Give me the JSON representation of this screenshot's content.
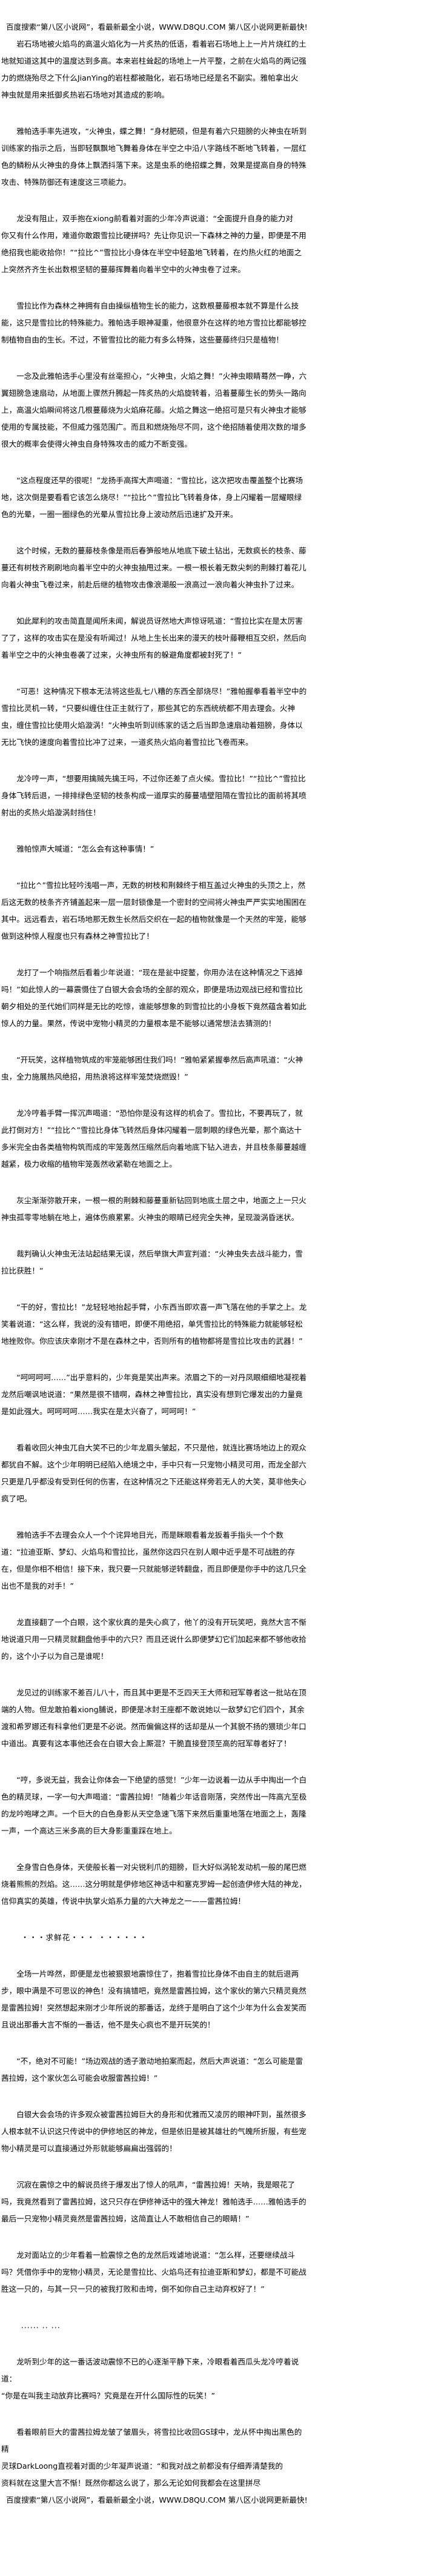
{
  "banner": "百度搜索“第八区小说网”，看最新最全小说，WWW.D8QU.COM  第八区小说网更新最快!",
  "paragraphs": [
    "岩石场地被火焰鸟的高温火焰化为一片炙热的低语，看着岩石场地上上一片片烧红的土地就知道这其中的温度达到多高。本来岩柱耸起的场地上一片平整，之前在火焰鸟的两记强力的燃烧殆尽之下什么JianYing的岩柱都被融化，岩石场地已经是名不副实。雅帕拿出火\n神虫就是用来抵御炙热岩石场地对其造成的影响。",
    "雅帕选手率先进攻，“火神虫，蝶之舞！”身材肥硕，但是有着六只翅膀的火神虫在听到训练家的指示之后，当即轻飘飘地飞舞着身体在半空之中沿八字路线不断地飞转着，一层红色的鳞粉从火神虫的身体上飘洒抖落下来。这是虫系的绝招蝶之舞，效果是提高自身的特殊攻击、特殊防御还有速度这三项能力。",
    "龙没有阻止，双手抱在xiong前看着对面的少年冷声说道：“全面提升自身的能力对\n你又有什么作用，难道你敢跟雪拉比硬拼吗？先让你见识一下森林之神的力量，即便是不用绝招我也能收拾你！”“拉比^”雪拉比小身体在半空中轻盈地飞转着，在灼热火红的地面之上突然齐齐生长出数根坚韧的蔓藤挥舞着向着半空中的火神虫卷了过来。",
    "雪拉比作为森林之神拥有自由操纵植物生长的能力，这数根蔓藤根本就不算是什么技能，这只是雪拉比的特殊能力。雅帕选手眼神凝重，他很意外在这样的地方雪拉比都能够控制植物自由的生长。不过，不管雪拉比的能力有多么特殊，这些蔓藤终归只是植物！",
    "一念及此雅帕选手心里没有丝毫担心，“火神虫，火焰之舞！”火神虫眼睛蓦然一睁，六翼翅膀急速扇动，从地面上骤然升腾起一阵炙热的火焰旋转着，沿着蔓藤生长的势头一路向上，高温火焰瞬间将这几根蔓藤烧为火焰麻花藤。火焰之舞这一绝招可是只有火神虫才能够使用的专属技能，不但威力强范围广。而且和燃烧殆尽不同，这个绝招随着使用次数的增多很大的概率会使得火神虫自身特殊攻击的威力不断变强。",
    "“这点程度还早的很呢！”龙扬手高挥大声喝道：“雪拉比，这次把攻击覆盖整个比赛场地，这次倒是要看看它该怎么烧尽！”“拉比^”雪拉比飞转着身体，身上闪耀着一层耀眼绿色的光晕，一圈一圈绿色的光晕从雪拉比身上波动然后迅速扩及开来。",
    "这个时候，无数的蔓藤枝条像是雨后春笋般地从地底下破土钻出，无数疯长的枝条、藤蔓还有树枝齐刷刷地向着半空中的火神虫抽甩过来。一根一根长着无数尖刺的荆棘打着花儿向着火神虫飞卷过来，前赴后继的植物攻击像浪潮般一浪高过一浪向着火神虫扑了过来。",
    "如此犀利的攻击简直是闻所未闻，解说员讶然地大声惊讶吼道：“雪拉比实在是太厉害了了，这样的攻击实在是没有听闻过！从地上生长出来的漫天的枝叶藤鞭相互交织，然后向着半空之中的火神虫卷袭了过来，火神虫所有的躲避角度都被封死了！”",
    "“可恶！这种情况下根本无法将这些乱七八糟的东西全部烧尽！”雅帕握拳看着半空中的雪拉比灵机一转，“只要纠缠住住正主就行了，那些其它的东西统统都不用去理会。火神虫，缠住雪拉比使用火焰漩涡！”火神虫听到训练家的话之后当即急速扇动着翅膀，身体以无比飞快的速度向着雪拉比冲了过来，一道炙热火焰向着雪拉比飞卷而来。",
    "龙冷哼一声，“想要用擒贼先擒王吗，不过你还差了点火候。雪拉比！”“拉比^”雪拉比身体飞转后退，一排排绿色坚韧的枝条构成一道厚实的藤蔓墙壁阻隔在雪拉比的面前将其喷射出的炙热火焰漩涡封挡住！",
    "雅帕惊声大喊道：“怎么会有这种事情！”",
    "“拉比^”雪拉比轻吟浅唱一声，无数的树枝和荆棘终于相互盖过火神虫的头顶之上，然后这无数的枝条齐齐铺盖起来一层一层封锁像是一个密封的空间将火神虫严严实实地围困在其中。远远看去，岩石场地那无数生长然后交织在一起的植物就像是一个天然的牢笼，能够做到这种惊人程度也只有森林之神雪拉比了！",
    "龙打了一个响指然后看着少年说道：“现在是瓮中捉鳖，你用办法在这种情况之下逃掉吗！”如此惊人的一幕震慑住了白银大会会场的全部的观众，即便是场边观战已经和雪拉比朝夕相处的圣代她们同样是无比的吃惊，谁能够想象的到雪拉比的小身板下竟然蕴含着如此惊人的力量。果然，传说中宠物小精灵的力量根本是不能够以通常想法去猜测的！",
    "“开玩笑，这样植物筑成的牢笼能够困住我们吗！”雅帕紧紧握拳然后高声吼道：“火神虫，全力施展热风绝招，用热浪将这样牢笼焚烧燃毁！”",
    "龙冷哼着手臂一挥沉声喝道：“恐怕你是没有这样的机会了。雪拉比，不要再玩了，就此打倒对方！”“拉比^”雪拉比身体飞转然后身体闪耀着一层刺眼的绿色光晕，那个高达十多米完全由各类植物构筑而成的牢笼轰然压缩然后向着地底下钻入进去，并且枝条藤蔓越缠越紧，极力收缩的植物牢笼轰然收紧勒在地面之上。",
    "灰尘渐渐弥散开来，一根一根的荆棘和藤蔓重新钻回到地底土层之中，地面之上一只火神虫孤零零地躺在地上，遍体伤痕累累。火神虫的眼睛已经完全失神，呈现漩涡昏迷状。",
    "裁判确认火神虫无法站起结果无误，然后举旗大声宣判道：“火神虫失去战斗能力，雪拉比获胜！”",
    "“干的好，雪拉比！”龙轻轻地抬起手臂，小东西当即欢喜一声飞落在他的手掌之上。龙笑着说道：“这么样，我说的没有错吧，即便不用绝招，单凭雪拉比的特殊能力就能够轻松地挫败你。你应该庆幸刚才不是在森林之中，否则所有的植物都将是雪拉比攻击的武器！”",
    "“呵呵呵呵……”出乎意料的，少年竟是笑出声来。浓眉之下的一对丹凤眼细细地凝视着龙然后嘲讽地说道：“果然是很不错啊，森林之神雪拉比，真实没有想到它爆发出的力量竟是如此强大。呵呵呵呵……我实在是太兴奋了，呵呵呵！”",
    "看着收回火神虫兀自大笑不已的少年龙眉头皱起，不只是他，就连比赛场地边上的观众都犹自不解。这个少年明明已经陷入绝境之中，手中只有一只宠物小精灵可用，而龙全部六只更是几乎都没有受到任何的伤害，在这种情况之下还能这样旁若无人的大笑，莫非他失心疯了吧。",
    "雅帕选手不去理会众人一个个诧异地目光，而是眯眼看着龙扳着手指头一个个数道：“拉迪亚斯、梦幻、火焰鸟和雪拉比，虽然你这四只在别人眼中近乎是不可战胜的存在，但是你相不相信！接下来，我只要一只就能够逆转翻盘，而且即便是你手中的这几只全出也不是我的对手！”",
    "龙直接翻了一个白眼，这个家伙真的是失心疯了，他丫的没有开玩笑吧，竟然大言不惭地说道只用一只精灵就翻盘他手中的六只？而且还说什么即便梦幻它们加起来都不够他收拾的，这个小子以为自己是谁呢！",
    "龙见过的训练家不差百儿八十，而且其中更是不乏四天王大师和冠军尊者这一批站在顶端的人物。但龙敢拍着xiong脯说，即便是冰封王座都不敢说她以一敌梦幻它们四个，其余\n渡和希罗娜还有科拿他们更是不必说。然而偏偏这样的话却是从一个其貌不扬的猥琐少年口中道出。真要有这本事他还会在白银大会上厮混？干脆直接登顶至高的冠军尊者好了！",
    "“哼，多说无益，我会让你体会一下绝望的感觉！”少年一边说着一边从手中掏出一个白色的精灵球，一字一句大声喝道：“雷茜拉姆！”随着少年话音刚落，突然传出一阵高亢至极的龙吟咆哮之声。一个巨大的白色身影从天空急速飞落下来然后重重地落在地面之上，轰隆一声，一个高达三米多高的巨大身影重重踩在地上。",
    "全身雪白色身体，天使般长着一对尖锐利爪的翅膀，巨大好似涡轮发动机一般的尾巴燃烧着熊熊的烈焰。这……这分明就是伊修地区神话中和塞克罗姆一起创造伊修大陆的神龙，信仰真实的英雄，传说中执掌火焰系力量的六大神龙之一——雷茜拉姆！",
    "・・・求鲜花・・・ ・・・・・・",
    "全场一片哗然，即便是龙也被狠狠地震惊住了，抱着雪拉比身体不由自主的就后退两步，眼中满是不可思议的神色！没有搞错吧，竟然是雷茜拉姆，这个家伙的第六只精灵竟然是雷茜拉姆！突然想起来刚才少年所说的那番话，龙终于是明白了这个少年为什么会发笑而且说出那番大言不惭的一番话，他不是失心疯也不是开玩笑的！",
    "“不，绝对不可能！”场边观战的透子激动地拍案而起，然后大声说道：“怎么可能是雷茜拉姆，这个家伙怎么可能会收服雷茜拉姆！”",
    "白银大会会场的许多观众被雷茜拉姆巨大的身形和优雅而又凌厉的眼神吓到，虽然很多人根本就不认识这只传说中的伊修地区的神龙，但是依旧是被其雄壮的气魄所折服，有些宠物小精灵是可以直接通过外形就能够扁扁出强弱的！",
    "沉寂在震惊之中的解说员终于爆发出了惊人的吼声，“雷茜拉姆！天呐，我是眼花了吗，我竟然看到了雷茜拉姆，这只只存在伊修神话中的强大神龙！雅帕选手……雅帕选手的最后一只宠物小精灵竟然是雷茜拉姆，这简直让人不敢相信自己的眼睛！”",
    "龙对面站立的少年看着一脸震惊之色的龙然后戏谑地说道：“怎么样，还要继续战斗吗？凭借你手中的宠物小精灵，无论是雪拉比、火焰鸟还有拉迪亚斯和梦幻，都是不可能战胜这一只的，与其一只一只的被我打败和击垮，倒不如你自己主动弃权好了！”",
    "......  ..  ...",
    "龙听到少年的这一番话波动震惊不已的心逐渐平静下来，冷眼看着西瓜头龙冷哼着说道：\n“你是在叫我主动放弃比赛吗？究竟是在开什么国际性的玩笑！”",
    "看着眼前巨大的雷茜拉姆龙皱了皱眉头，将雪拉比收回GS球中，龙从怀中掏出黑色的精\n灵球DarkLoong直视着对面的少年凝声说道：“和我对战之前都没有仔细弄清楚我的\n资料就在这里大言不惭！既然你都这么说了，那么无论如何我都会在这里拼尽"
  ]
}
